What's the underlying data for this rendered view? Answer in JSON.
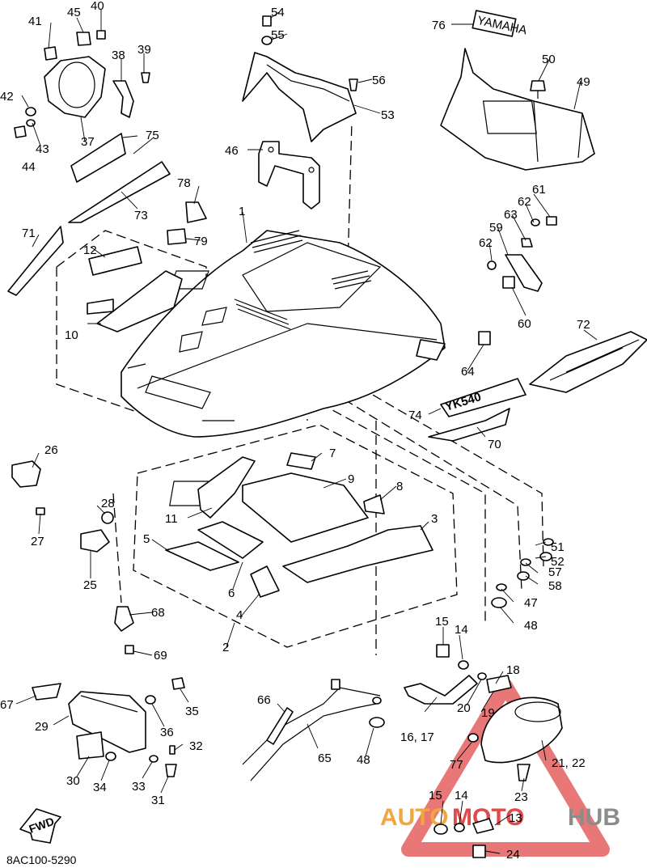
{
  "diagram_code": "8AC100-5290",
  "fwd_label": "FWD",
  "decal_text": "YK540",
  "brand_plate_text": "YAMAHA",
  "watermark": {
    "auto": "AUTO",
    "moto": "MOTO",
    "hub": "HUB",
    "color_orange": "#f2a640",
    "color_red": "#e04a4a",
    "color_gray": "#8c8c8c"
  },
  "callouts": {
    "c1": "1",
    "c2": "2",
    "c3": "3",
    "c4": "4",
    "c5": "5",
    "c6": "6",
    "c7": "7",
    "c8": "8",
    "c9": "9",
    "c10": "10",
    "c11": "11",
    "c12": "12",
    "c13": "13",
    "c14a": "14",
    "c14b": "14",
    "c15a": "15",
    "c15b": "15",
    "c16_17": "16, 17",
    "c18": "18",
    "c19": "19",
    "c20": "20",
    "c21_22": "21, 22",
    "c23": "23",
    "c24": "24",
    "c25": "25",
    "c26": "26",
    "c27": "27",
    "c28": "28",
    "c29": "29",
    "c30": "30",
    "c31": "31",
    "c32": "32",
    "c33": "33",
    "c34": "34",
    "c35": "35",
    "c36": "36",
    "c37": "37",
    "c38": "38",
    "c39": "39",
    "c40": "40",
    "c41": "41",
    "c42": "42",
    "c43": "43",
    "c44": "44",
    "c45": "45",
    "c46": "46",
    "c47": "47",
    "c48a": "48",
    "c48b": "48",
    "c49": "49",
    "c50": "50",
    "c51": "51",
    "c52": "52",
    "c53": "53",
    "c54": "54",
    "c55": "55",
    "c56": "56",
    "c57": "57",
    "c58": "58",
    "c59": "59",
    "c60": "60",
    "c61": "61",
    "c62a": "62",
    "c62b": "62",
    "c63": "63",
    "c64": "64",
    "c65": "65",
    "c66": "66",
    "c67": "67",
    "c68": "68",
    "c69": "69",
    "c70": "70",
    "c71": "71",
    "c72": "72",
    "c73": "73",
    "c74": "74",
    "c75": "75",
    "c76": "76",
    "c77": "77",
    "c78": "78",
    "c79": "79"
  }
}
